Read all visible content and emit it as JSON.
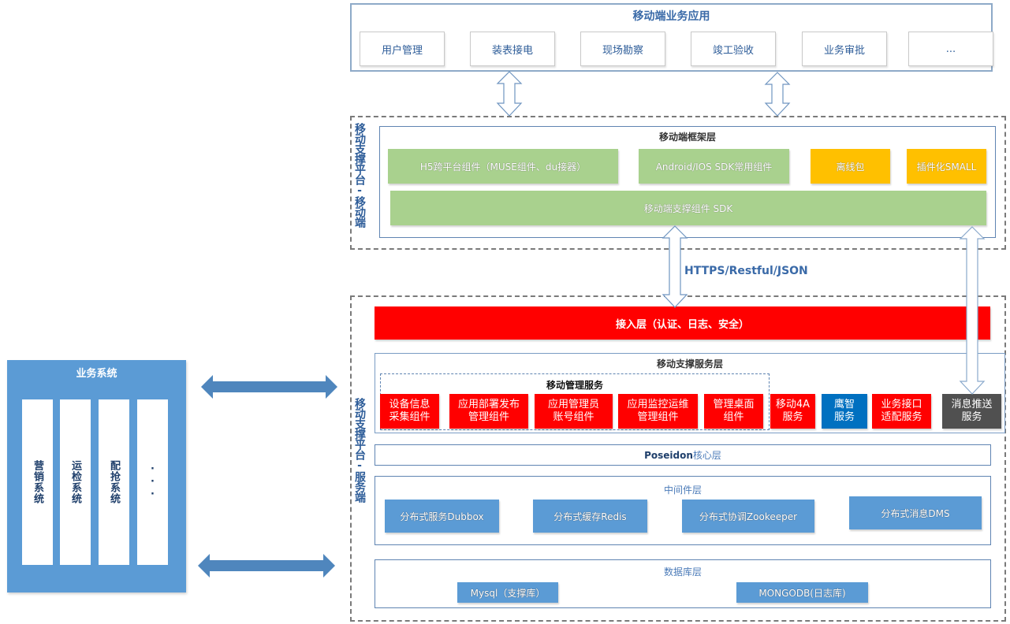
{
  "app_layer": {
    "title": "移动端业务应用",
    "items": [
      "用户管理",
      "装表接电",
      "现场勘察",
      "竣工验收",
      "业务审批",
      "..."
    ]
  },
  "mobile_platform": {
    "side_label": "移动支撑平台-移动端",
    "framework_layer": {
      "title": "移动端框架层",
      "components": [
        {
          "label": "H5跨平台组件（MUSE组件、du接器）",
          "color": "#a9d18e"
        },
        {
          "label": "Android/IOS SDK常用组件",
          "color": "#a9d18e"
        },
        {
          "label": "离线包",
          "color": "#ffc000"
        },
        {
          "label": "插件化SMALL",
          "color": "#ffc000"
        }
      ],
      "sdk_bar": "移动端支撑组件 SDK"
    }
  },
  "protocol_label": "HTTPS/Restful/JSON",
  "server_platform": {
    "side_label": "移动支撑平台-服务端",
    "access_layer": "接入层（认证、日志、安全）",
    "support_layer": {
      "title": "移动支撑服务层",
      "mgmt_group_title": "移动管理服务",
      "services": [
        {
          "line1": "设备信息",
          "line2": "采集组件",
          "color": "#ff0000"
        },
        {
          "line1": "应用部署发布",
          "line2": "管理组件",
          "color": "#ff0000"
        },
        {
          "line1": "应用管理员",
          "line2": "账号组件",
          "color": "#ff0000"
        },
        {
          "line1": "应用监控运维",
          "line2": "管理组件",
          "color": "#ff0000"
        },
        {
          "line1": "管理桌面",
          "line2": "组件",
          "color": "#ff0000"
        },
        {
          "line1": "移动4A",
          "line2": "服务",
          "color": "#ff0000"
        },
        {
          "line1": "鹰智",
          "line2": "服务",
          "color": "#0070c0"
        },
        {
          "line1": "业务接口",
          "line2": "适配服务",
          "color": "#ff0000"
        },
        {
          "line1": "消息推送",
          "line2": "服务",
          "color": "#505050"
        }
      ]
    },
    "core_layer": {
      "prefix": "Poseidon",
      "suffix": "核心层"
    },
    "middleware_layer": {
      "title": "中间件层",
      "items": [
        "分布式服务Dubbox",
        "分布式缓存Redis",
        "分布式协调Zookeeper",
        "分布式消息DMS"
      ]
    },
    "database_layer": {
      "title": "数据库层",
      "items": [
        "Mysql（支撑库）",
        "MONGODB(日志库)"
      ]
    }
  },
  "business_system": {
    "title": "业务系统",
    "systems": [
      "营销系统",
      "运检系统",
      "配抢系统",
      "···"
    ]
  },
  "colors": {
    "accent_blue": "#5b9bd5",
    "title_blue": "#3a6aa8",
    "red": "#ff0000",
    "green": "#a9d18e",
    "orange": "#ffc000",
    "dark_gray": "#505050",
    "deep_blue": "#0070c0"
  }
}
